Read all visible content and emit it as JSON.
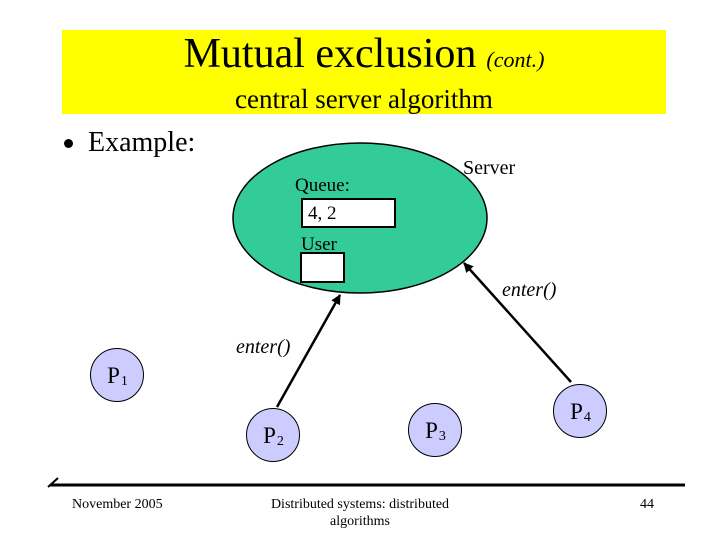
{
  "slide": {
    "title_main": "Mutual exclusion",
    "title_cont": "(cont.)",
    "subtitle": "central server algorithm",
    "bullet_text": "Example:"
  },
  "diagram": {
    "server_label": "Server",
    "queue_label": "Queue:",
    "queue_value": "4, 2",
    "user_label": "User",
    "call_label_1": "enter()",
    "call_label_2": "enter()",
    "processes": [
      {
        "name": "P",
        "sub": "1"
      },
      {
        "name": "P",
        "sub": "2"
      },
      {
        "name": "P",
        "sub": "3"
      },
      {
        "name": "P",
        "sub": "4"
      }
    ],
    "colors": {
      "server_fill": "#33CC99",
      "process_fill": "#CCCCFF",
      "title_bg": "#FFFF00",
      "outline": "#000000"
    }
  },
  "footer": {
    "date": "November 2005",
    "course": "Distributed systems: distributed algorithms",
    "page": "44"
  }
}
